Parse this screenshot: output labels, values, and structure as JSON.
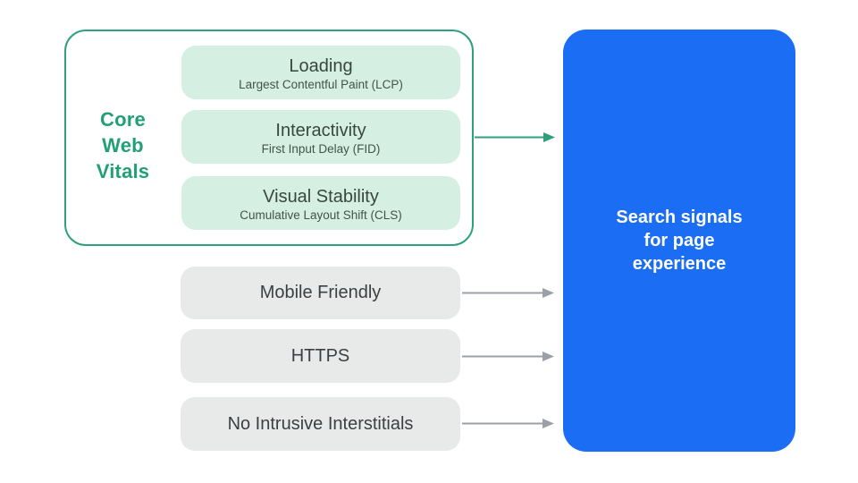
{
  "core_web_vitals": {
    "label": "Core\nWeb\nVitals",
    "vitals": [
      {
        "title": "Loading",
        "subtitle": "Largest Contentful Paint (LCP)"
      },
      {
        "title": "Interactivity",
        "subtitle": "First Input Delay (FID)"
      },
      {
        "title": "Visual Stability",
        "subtitle": "Cumulative Layout Shift (CLS)"
      }
    ]
  },
  "other_signals": [
    "Mobile Friendly",
    "HTTPS",
    "No Intrusive Interstitials"
  ],
  "result_box": {
    "label": "Search signals\nfor page\nexperience"
  },
  "colors": {
    "accent_green": "#21A075",
    "green_outline": "#2EA07D",
    "light_green_fill": "#D5F0E2",
    "accent_blue": "#1B6EF3",
    "light_gray_fill": "#E8EAEA",
    "arrow_gray": "#9AA0A6",
    "dark_text": "#3C4043",
    "vital_text": "#36473F"
  }
}
